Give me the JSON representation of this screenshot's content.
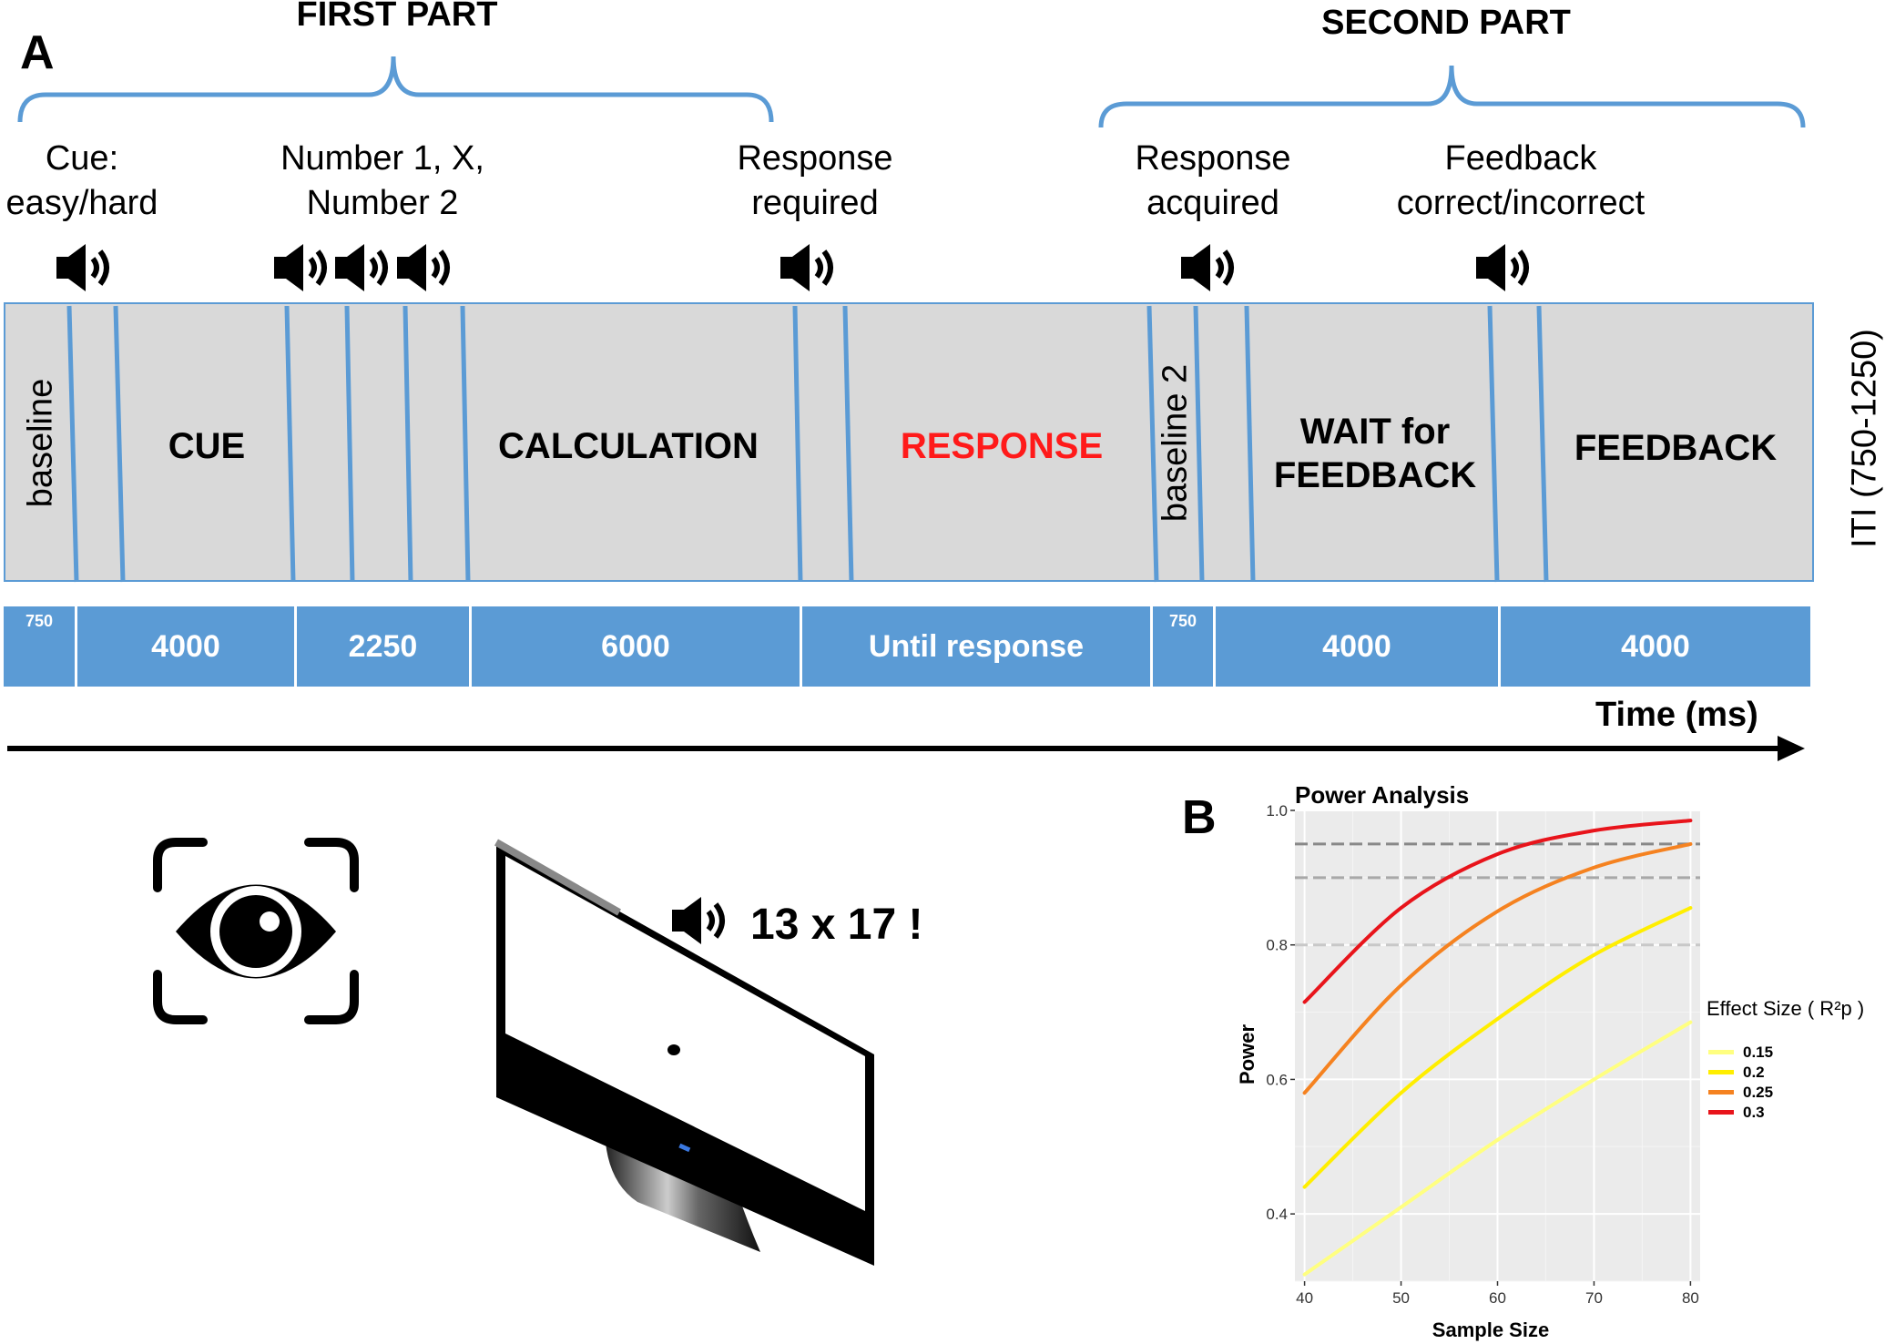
{
  "panel_a": {
    "letter": "A",
    "first_part": "FIRST PART",
    "second_part": "SECOND PART",
    "events": [
      {
        "line1": "Cue:",
        "line2": "easy/hard"
      },
      {
        "line1": "Number 1, X,",
        "line2": "Number 2"
      },
      {
        "line1": "Response",
        "line2": "required"
      },
      {
        "line1": "Response",
        "line2": "acquired"
      },
      {
        "line1": "Feedback",
        "line2": "correct/incorrect"
      }
    ],
    "phases": {
      "baseline": "baseline",
      "cue": "CUE",
      "calculation": "CALCULATION",
      "response": "RESPONSE",
      "baseline2": "baseline 2",
      "wait_line1": "WAIT for",
      "wait_line2": "FEEDBACK",
      "feedback": "FEEDBACK"
    },
    "iti": "ITI (750-1250)",
    "durations": [
      "750",
      "4000",
      "2250",
      "6000",
      "Until response",
      "750",
      "4000",
      "4000"
    ],
    "time_label": "Time (ms)",
    "equation": "13 x 17 !",
    "colors": {
      "bar": "#5b9bd5",
      "box": "#d9d9d9",
      "response": "#ff1a1a"
    },
    "icons": [
      "speaker-icon",
      "eye-tracking-icon",
      "monitor-icon"
    ]
  },
  "panel_b": {
    "letter": "B",
    "chart_data": {
      "type": "line",
      "title": "Power Analysis",
      "xlabel": "Sample Size",
      "ylabel": "Power",
      "xlim": [
        39,
        81
      ],
      "ylim": [
        0.3,
        1.0
      ],
      "xticks": [
        40,
        50,
        60,
        70,
        80
      ],
      "yticks": [
        0.4,
        0.6,
        0.8,
        1.0
      ],
      "x": [
        40,
        50,
        60,
        70,
        80
      ],
      "legend_title": "Effect Size ( R²p )",
      "legend_position": "right",
      "grid": true,
      "reference_lines": [
        0.8,
        0.9,
        0.95
      ],
      "series": [
        {
          "name": "0.15",
          "color": "#ffff80",
          "values": [
            0.31,
            0.41,
            0.51,
            0.6,
            0.685
          ]
        },
        {
          "name": "0.2",
          "color": "#ffee00",
          "values": [
            0.44,
            0.58,
            0.69,
            0.785,
            0.855
          ]
        },
        {
          "name": "0.25",
          "color": "#f58220",
          "values": [
            0.58,
            0.74,
            0.85,
            0.915,
            0.95
          ]
        },
        {
          "name": "0.3",
          "color": "#e8141b",
          "values": [
            0.715,
            0.855,
            0.935,
            0.97,
            0.985
          ]
        }
      ]
    }
  }
}
